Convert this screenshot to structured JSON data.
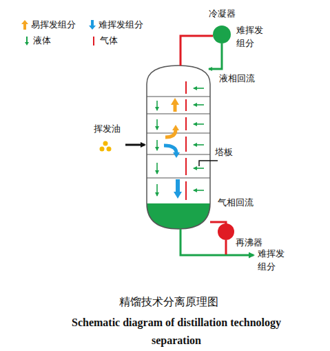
{
  "diagram": {
    "caption": "精馏技术分离原理图",
    "nodes": [
      {
        "text": [
          "冷凝器"
        ]
      },
      {
        "text": [
          "再沸器"
        ]
      }
    ],
    "labels": [
      "难挥发组分",
      "液相回流",
      "挥发油",
      "塔板",
      "气相回流",
      "难挥发组分",
      "Schematic diagram of distillation technology separation"
    ],
    "legend": [
      {
        "text": "易挥发组分",
        "color": "#f5a623"
      },
      {
        "text": "难挥发组分",
        "color": "#1e9be0"
      },
      {
        "text": "液体",
        "color": "#1aa34a"
      },
      {
        "text": "气体",
        "color": "#e01b24"
      }
    ]
  }
}
